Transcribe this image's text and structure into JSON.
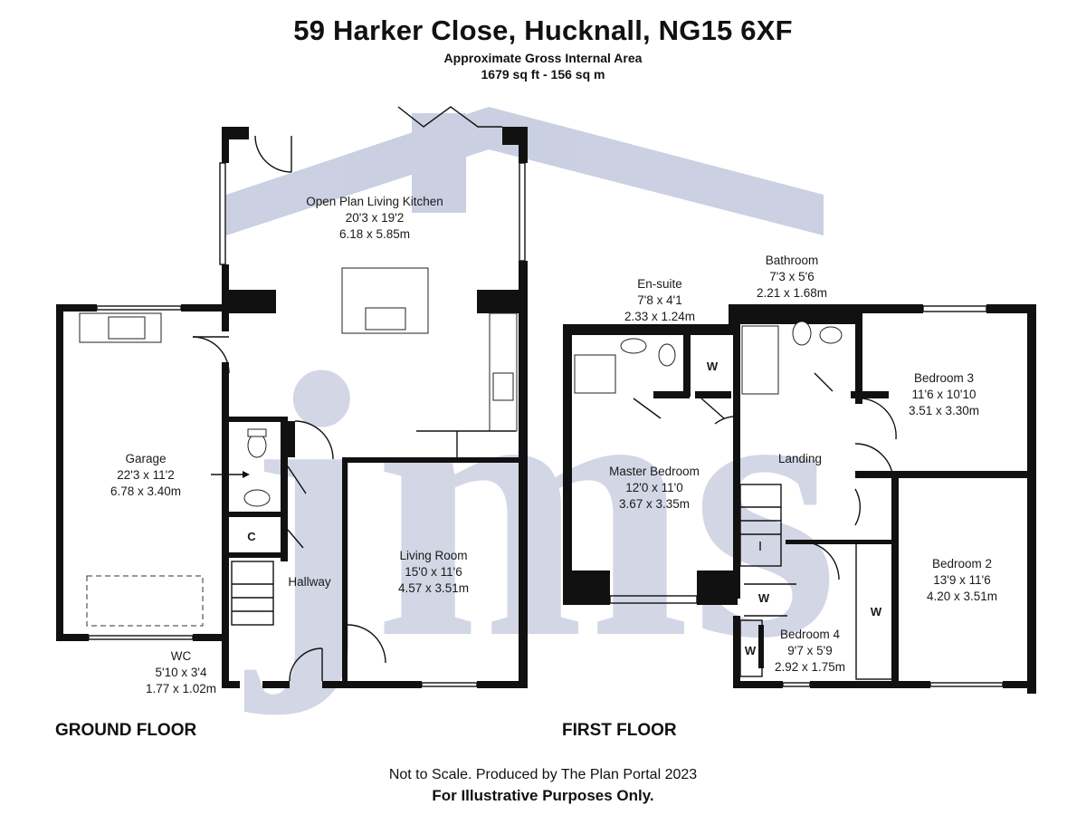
{
  "header": {
    "address": "59 Harker Close, Hucknall, NG15 6XF",
    "area_title": "Approximate Gross Internal Area",
    "area_value": "1679 sq ft - 156 sq m"
  },
  "floors": {
    "ground": "GROUND FLOOR",
    "first": "FIRST FLOOR"
  },
  "rooms": {
    "kitchen": {
      "name": "Open Plan Living Kitchen",
      "imperial": "20'3 x 19'2",
      "metric": "6.18 x 5.85m"
    },
    "garage": {
      "name": "Garage",
      "imperial": "22'3 x 11'2",
      "metric": "6.78 x 3.40m"
    },
    "wc": {
      "name": "WC",
      "imperial": "5'10 x 3'4",
      "metric": "1.77 x 1.02m"
    },
    "hallway": {
      "name": "Hallway"
    },
    "living": {
      "name": "Living Room",
      "imperial": "15'0 x 11'6",
      "metric": "4.57 x 3.51m"
    },
    "ensuite": {
      "name": "En-suite",
      "imperial": "7'8 x 4'1",
      "metric": "2.33 x 1.24m"
    },
    "bathroom": {
      "name": "Bathroom",
      "imperial": "7'3 x 5'6",
      "metric": "2.21 x 1.68m"
    },
    "master": {
      "name": "Master Bedroom",
      "imperial": "12'0 x 11'0",
      "metric": "3.67 x 3.35m"
    },
    "landing": {
      "name": "Landing"
    },
    "bed3": {
      "name": "Bedroom 3",
      "imperial": "11'6 x 10'10",
      "metric": "3.51 x 3.30m"
    },
    "bed2": {
      "name": "Bedroom 2",
      "imperial": "13'9 x 11'6",
      "metric": "4.20 x 3.51m"
    },
    "bed4": {
      "name": "Bedroom 4",
      "imperial": "9'7 x 5'9",
      "metric": "2.92 x 1.75m"
    }
  },
  "markers": {
    "cupboard": "C",
    "wardrobe": "W"
  },
  "watermark": {
    "text": "jms",
    "color": "#b9c0d8"
  },
  "footer": {
    "line1": "Not to Scale. Produced by The Plan Portal 2023",
    "line2": "For Illustrative Purposes Only."
  },
  "colors": {
    "wall": "#111111",
    "watermark": "#b9c0d8"
  }
}
